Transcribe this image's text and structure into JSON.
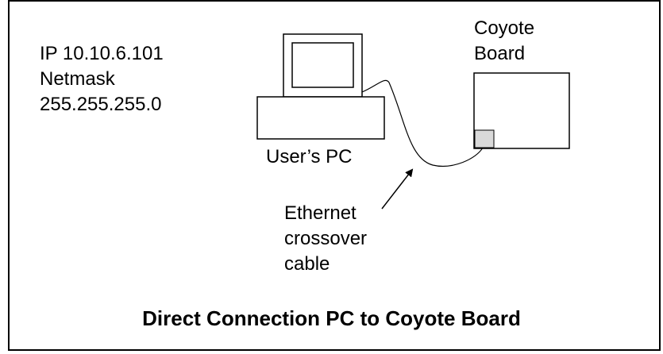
{
  "ip_info": {
    "line1": "IP 10.10.6.101",
    "line2": "Netmask",
    "line3": "255.255.255.0"
  },
  "board_label": {
    "line1": "Coyote",
    "line2": "Board"
  },
  "pc_label": "User’s PC",
  "cable_label": {
    "line1": "Ethernet",
    "line2": "crossover",
    "line3": "cable"
  },
  "caption": "Direct Connection PC to Coyote Board",
  "colors": {
    "line": "#000000",
    "port_fill": "#d9d9d9",
    "background": "#ffffff"
  }
}
